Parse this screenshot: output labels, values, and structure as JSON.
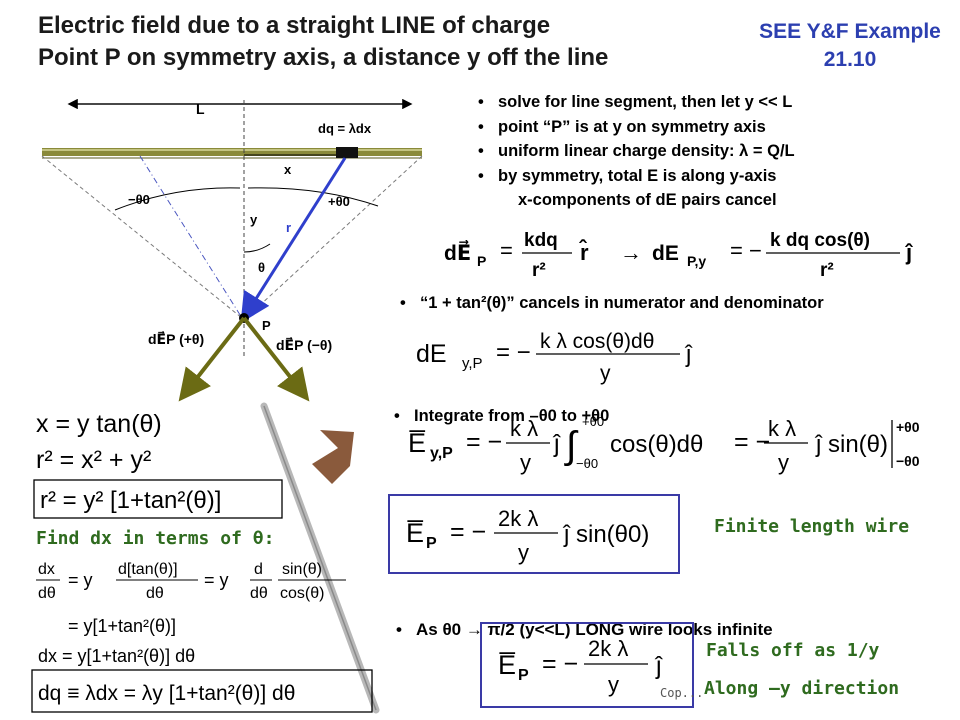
{
  "title": {
    "line1": "Electric field due to a straight LINE of charge",
    "line2": "Point P on symmetry axis, a distance y off the line"
  },
  "reference": {
    "line1": "SEE Y&F Example",
    "line2": "21.10"
  },
  "bullets": [
    "solve for line segment, then let y << L",
    "point “P” is at y on symmetry axis",
    "uniform linear charge density:  λ = Q/L",
    "by symmetry, total E is along y-axis"
  ],
  "bullet_sub": "x-components of dE pairs cancel",
  "diagram": {
    "label_L": "L",
    "label_dq": "dq = λdx",
    "label_x": "x",
    "label_y": "y",
    "label_r": "r",
    "label_theta": "θ",
    "label_neg_theta0": "−θ0",
    "label_pos_theta0": "+θ0",
    "label_P": "P",
    "label_dEP_plus": "dE⃗P (+θ)",
    "label_dEP_minus": "dE⃗P (−θ)"
  },
  "equations": {
    "dE_general": {
      "lhs": "dE⃗",
      "sub": "P",
      "num": "kdq",
      "den": "r²",
      "unit": "r̂"
    },
    "dE_y": {
      "lhs": "dE",
      "sub": "P,y",
      "num": "k dq cos(θ)",
      "den": "r²",
      "unit": "ĵ"
    },
    "dEyP": {
      "lhs": "dE",
      "sub": "y,P",
      "num": "k λ cos(θ)dθ",
      "den": "y",
      "unit": "ĵ"
    },
    "EyP": {
      "lhs": "E̅",
      "sub": "y,P",
      "num": "k λ",
      "den": "y",
      "integral": "∫",
      "lower": "−θ0",
      "upper": "+θ0",
      "integrand": "cos(θ)dθ",
      "result": "ĵ sin(θ)"
    },
    "EP_finite": {
      "lhs": "E̅",
      "sub": "P",
      "num": "2k λ",
      "den": "y",
      "tail": "ĵ sin(θ0)"
    },
    "EP_infinite": {
      "lhs": "E̅",
      "sub": "P",
      "num": "2k λ",
      "den": "y",
      "tail": "ĵ"
    },
    "x_eq": "x = y tan(θ)",
    "r2_eq": "r²  = x² + y²",
    "r2_boxed": "r² = y² [1+tan²(θ)]",
    "dxdtheta": {
      "l1_a": "dx",
      "l1_b": "dθ",
      "l1_c": "= y",
      "l1_d": "d[tan(θ)]",
      "l1_e": "dθ",
      "l1_f": "= y",
      "l1_g": "d",
      "l1_h": "dθ",
      "l1_i": "sin(θ)",
      "l1_j": "cos(θ)"
    },
    "line2": "= y[1+tan²(θ)]",
    "line3": "dx = y[1+tan²(θ)] dθ",
    "final_boxed": "dq ≡ λdx = λy [1+tan²(θ)] dθ"
  },
  "notes": {
    "cancels": "“1 + tan²(θ)” cancels in numerator and denominator",
    "integrate": "Integrate from –θ0 to +θ0",
    "find_dx": "Find dx in terms of θ:",
    "finite": "Finite length wire",
    "as_theta": "As θ0 → π/2  (y<<L)  LONG wire looks infinite",
    "falls_off": "Falls off as 1/y",
    "along": "Along –y direction",
    "caption": "Cop..."
  },
  "colors": {
    "title": "#1a1a1a",
    "reference": "#2c3fb0",
    "green_text": "#2f6b1f",
    "box": "#3a3aa6",
    "arrow_olive": "#6b6b14",
    "vector_blue": "#2f3fcc",
    "big_arrow": "#8a5a3c"
  }
}
